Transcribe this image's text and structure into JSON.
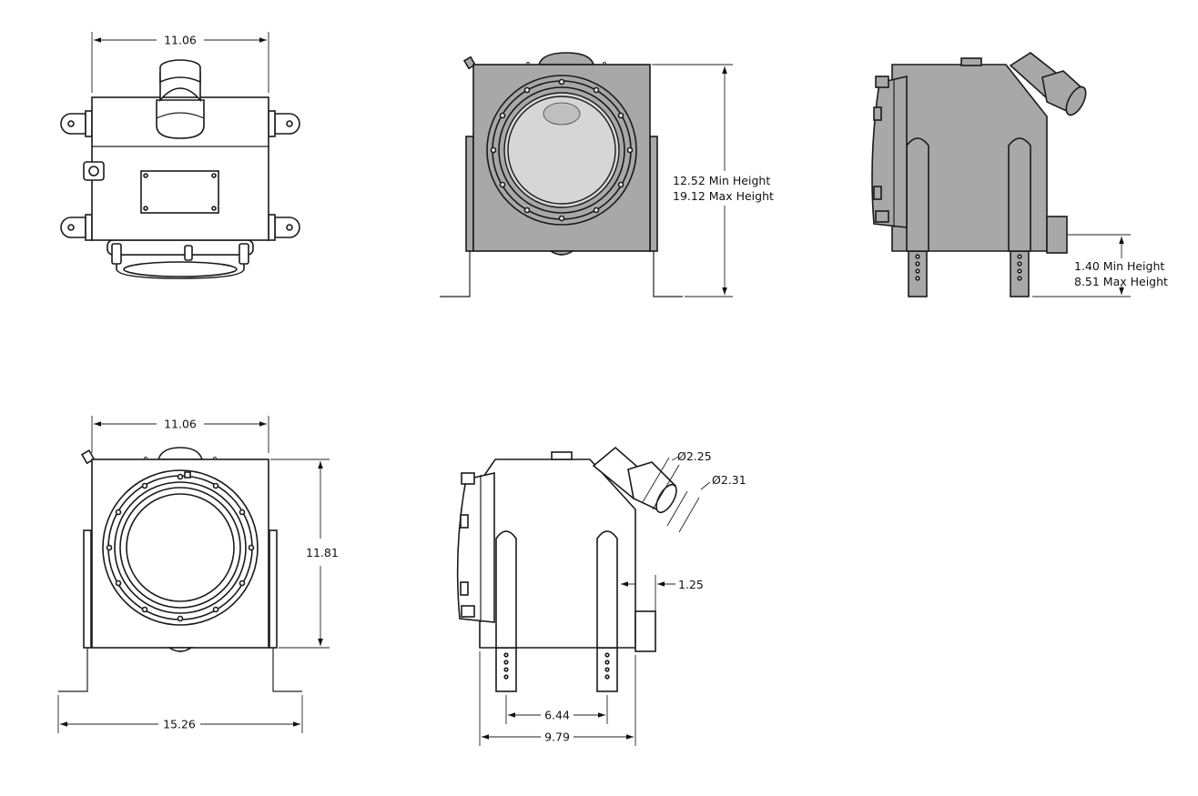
{
  "dimensions": {
    "top_width": "11.06",
    "front_width": "11.06",
    "front_height": "11.81",
    "base_width": "15.26",
    "side_height_min": "12.52 Min Height",
    "side_height_max": "19.12 Max Height",
    "leg_height_min": "1.40 Min Height",
    "leg_height_max": "8.51 Max Height",
    "inlet_diameter_inner": "Ø2.25",
    "inlet_diameter_outer": "Ø2.31",
    "outlet_offset": "1.25",
    "leg_spacing": "6.44",
    "overall_depth": "9.79"
  },
  "colors": {
    "body_gray": "#a8a8a8",
    "line": "#1a1a1a"
  }
}
